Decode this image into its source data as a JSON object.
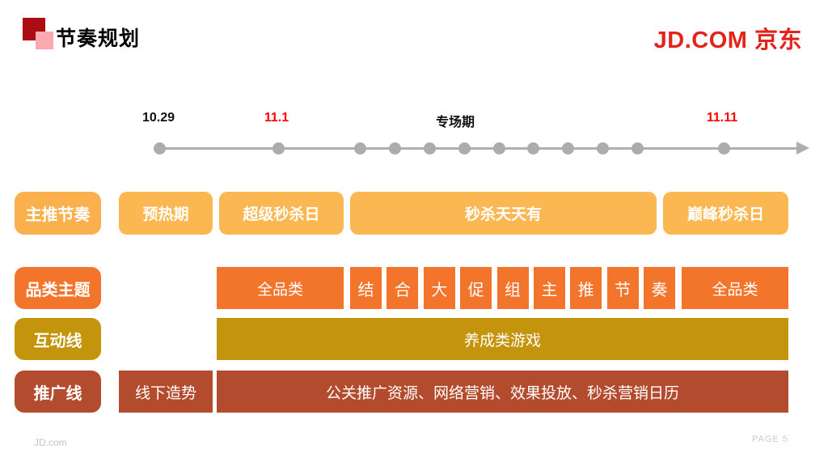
{
  "slide": {
    "title": "节奏规划",
    "brand_logo": "JD.COM 京东",
    "footer_left": "JD.com",
    "footer_right": "PAGE 5"
  },
  "timeline": {
    "milestones": [
      {
        "label": "10.29",
        "highlight": false
      },
      {
        "label": "11.1",
        "highlight": true
      },
      {
        "label": "专场期",
        "highlight": false
      },
      {
        "label": "11.11",
        "highlight": true
      }
    ],
    "dot_count": 12
  },
  "rows": [
    {
      "label": "主推节奏",
      "segments": [
        "预热期",
        "超级秒杀日",
        "秒杀天天有",
        "巅峰秒杀日"
      ]
    },
    {
      "label": "品类主题",
      "segments": [
        "全品类",
        "结",
        "合",
        "大",
        "促",
        "组",
        "主",
        "推",
        "节",
        "奏",
        "全品类"
      ]
    },
    {
      "label": "互动线",
      "segments": [
        "养成类游戏"
      ]
    },
    {
      "label": "推广线",
      "segments": [
        "线下造势",
        "公关推广资源、网络营销、效果投放、秒杀营销日历"
      ]
    }
  ],
  "colors": {
    "brand_red": "#E1251B",
    "date_red": "#FB0000",
    "title_mark_dark": "#AB0D12",
    "title_mark_pink": "#FAA9B1",
    "row_main_rhythm": "#FBB751",
    "row_category": "#F3752C",
    "row_interaction": "#C4940D",
    "row_promotion": "#B34B2E",
    "timeline_gray": "#AFAFAF"
  }
}
